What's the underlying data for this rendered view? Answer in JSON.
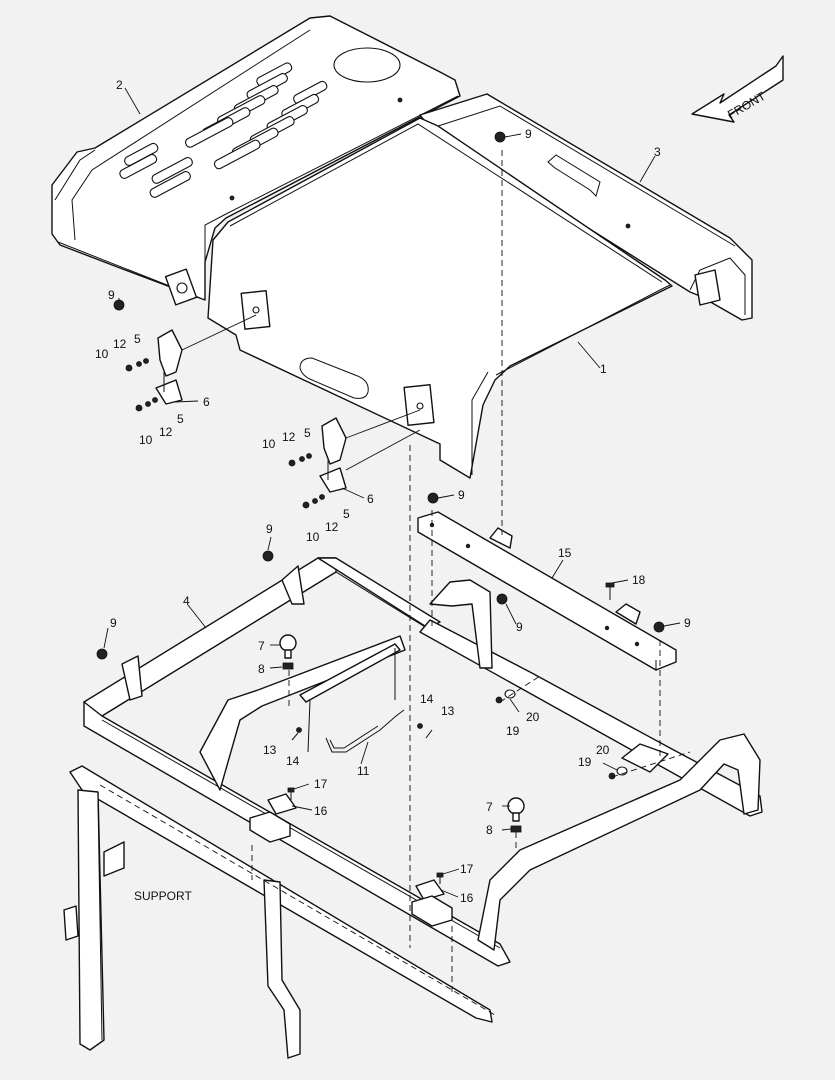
{
  "front_label": "FRONT",
  "support_label": "SUPPORT",
  "callouts": [
    {
      "id": "c-2",
      "text": "2"
    },
    {
      "id": "c-3",
      "text": "3"
    },
    {
      "id": "c-9a",
      "text": "9"
    },
    {
      "id": "c-9b",
      "text": "9"
    },
    {
      "id": "c-1",
      "text": "1"
    },
    {
      "id": "c-10a",
      "text": "10"
    },
    {
      "id": "c-12a",
      "text": "12"
    },
    {
      "id": "c-5a",
      "text": "5"
    },
    {
      "id": "c-6a",
      "text": "6"
    },
    {
      "id": "c-5b",
      "text": "5"
    },
    {
      "id": "c-12b",
      "text": "12"
    },
    {
      "id": "c-10b",
      "text": "10"
    },
    {
      "id": "c-10c",
      "text": "10"
    },
    {
      "id": "c-12c",
      "text": "12"
    },
    {
      "id": "c-5c",
      "text": "5"
    },
    {
      "id": "c-6b",
      "text": "6"
    },
    {
      "id": "c-5d",
      "text": "5"
    },
    {
      "id": "c-12d",
      "text": "12"
    },
    {
      "id": "c-10d",
      "text": "10"
    },
    {
      "id": "c-9c",
      "text": "9"
    },
    {
      "id": "c-15",
      "text": "15"
    },
    {
      "id": "c-9d",
      "text": "9"
    },
    {
      "id": "c-18",
      "text": "18"
    },
    {
      "id": "c-9e",
      "text": "9"
    },
    {
      "id": "c-9f",
      "text": "9"
    },
    {
      "id": "c-4",
      "text": "4"
    },
    {
      "id": "c-9g",
      "text": "9"
    },
    {
      "id": "c-7a",
      "text": "7"
    },
    {
      "id": "c-8a",
      "text": "8"
    },
    {
      "id": "c-14a",
      "text": "14"
    },
    {
      "id": "c-13a",
      "text": "13"
    },
    {
      "id": "c-20a",
      "text": "20"
    },
    {
      "id": "c-19a",
      "text": "19"
    },
    {
      "id": "c-13b",
      "text": "13"
    },
    {
      "id": "c-14b",
      "text": "14"
    },
    {
      "id": "c-11",
      "text": "11"
    },
    {
      "id": "c-20b",
      "text": "20"
    },
    {
      "id": "c-19b",
      "text": "19"
    },
    {
      "id": "c-17a",
      "text": "17"
    },
    {
      "id": "c-16a",
      "text": "16"
    },
    {
      "id": "c-7b",
      "text": "7"
    },
    {
      "id": "c-8b",
      "text": "8"
    },
    {
      "id": "c-17b",
      "text": "17"
    },
    {
      "id": "c-16b",
      "text": "16"
    }
  ]
}
